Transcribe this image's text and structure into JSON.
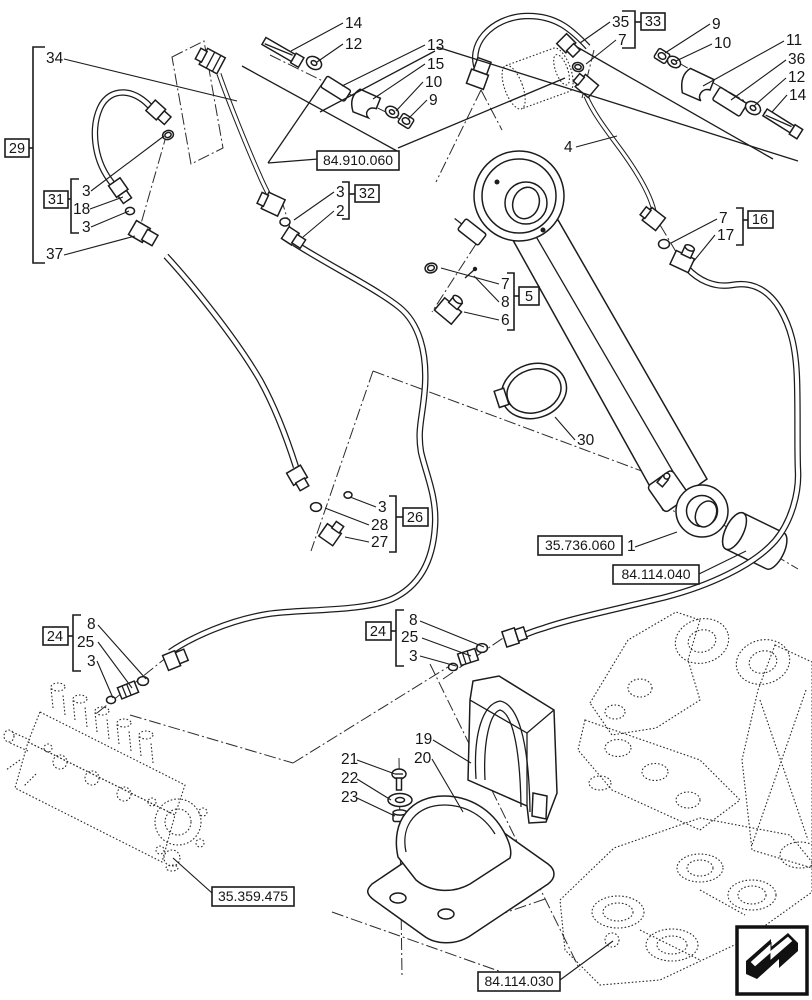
{
  "page": {
    "background": "#ffffff",
    "ink": "#1c1c1c"
  },
  "icons": {
    "corner": "back-arrow-icon"
  },
  "callouts": [
    {
      "label": "14"
    },
    {
      "label": "12"
    },
    {
      "label": "13"
    },
    {
      "label": "15"
    },
    {
      "label": "10"
    },
    {
      "label": "9"
    },
    {
      "label": "35"
    },
    {
      "label": "7"
    },
    {
      "label": "9"
    },
    {
      "label": "10"
    },
    {
      "label": "11"
    },
    {
      "label": "36"
    },
    {
      "label": "12"
    },
    {
      "label": "14"
    },
    {
      "label": "34"
    },
    {
      "label": "3"
    },
    {
      "label": "18"
    },
    {
      "label": "3"
    },
    {
      "label": "37"
    },
    {
      "label": "3"
    },
    {
      "label": "2"
    },
    {
      "label": "4"
    },
    {
      "label": "7"
    },
    {
      "label": "17"
    },
    {
      "label": "7"
    },
    {
      "label": "8"
    },
    {
      "label": "6"
    },
    {
      "label": "30"
    },
    {
      "label": "3"
    },
    {
      "label": "28"
    },
    {
      "label": "27"
    },
    {
      "label": "1"
    },
    {
      "label": "8"
    },
    {
      "label": "25"
    },
    {
      "label": "3"
    },
    {
      "label": "8"
    },
    {
      "label": "25"
    },
    {
      "label": "3"
    },
    {
      "label": "19"
    },
    {
      "label": "20"
    },
    {
      "label": "21"
    },
    {
      "label": "22"
    },
    {
      "label": "23"
    }
  ],
  "ref_boxes": [
    {
      "label": "84.910.060"
    },
    {
      "label": "35.736.060"
    },
    {
      "label": "84.114.040"
    },
    {
      "label": "35.359.475"
    },
    {
      "label": "84.114.030"
    }
  ],
  "group_boxes": [
    {
      "label": "29"
    },
    {
      "label": "31"
    },
    {
      "label": "32"
    },
    {
      "label": "33"
    },
    {
      "label": "16"
    },
    {
      "label": "5"
    },
    {
      "label": "26"
    },
    {
      "label": "24"
    },
    {
      "label": "24"
    }
  ]
}
